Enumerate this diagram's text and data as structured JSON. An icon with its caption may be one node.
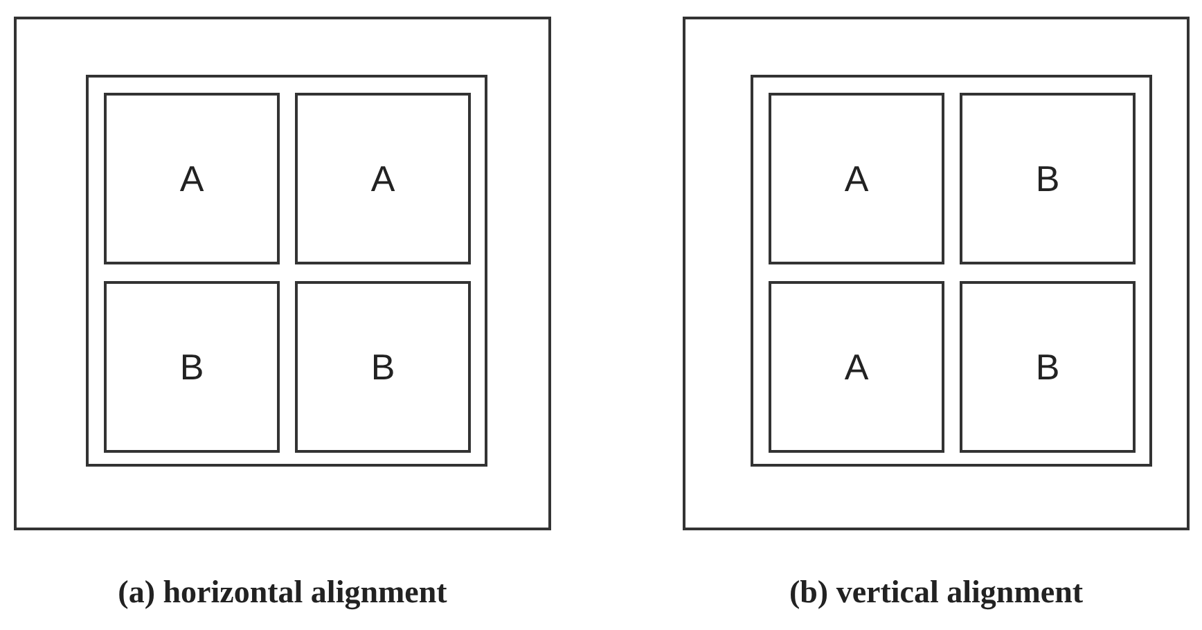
{
  "diagram": {
    "nodes": [
      {
        "text": [],
        "shape": "box",
        "beside": [
          "(a) horizontal alignment"
        ]
      },
      {
        "text": [],
        "shape": "box",
        "in": 0
      },
      {
        "text": [
          "A"
        ],
        "in": 1
      },
      {
        "text": [
          "A"
        ],
        "in": 1
      },
      {
        "text": [
          "B"
        ],
        "in": 1
      },
      {
        "text": [
          "B"
        ],
        "in": 1
      },
      {
        "text": [],
        "shape": "box",
        "beside": [
          "(b) vertical alignment"
        ]
      },
      {
        "text": [],
        "shape": "box",
        "in": 6
      },
      {
        "text": [
          "A"
        ],
        "in": 7
      },
      {
        "text": [
          "B"
        ],
        "in": 7
      },
      {
        "text": [
          "A"
        ],
        "in": 7
      },
      {
        "text": [
          "B"
        ],
        "in": 7
      }
    ]
  }
}
